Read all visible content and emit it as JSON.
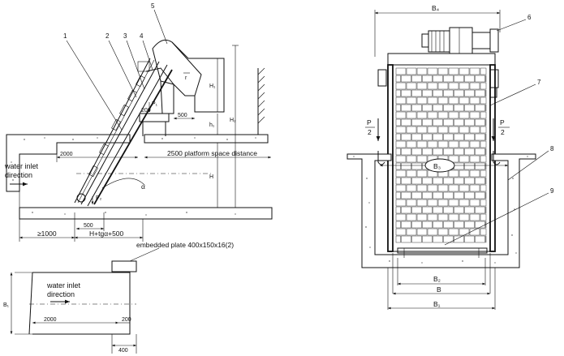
{
  "callouts": [
    "1",
    "2",
    "3",
    "4",
    "5",
    "6",
    "7",
    "8",
    "9"
  ],
  "side_view": {
    "water_inlet_line1": "water inlet",
    "water_inlet_line2": "direction",
    "dim_2000": "2000",
    "platform_space": "2500 platform space distance",
    "dim_500_bottom": "500",
    "dim_ge1000": "≥1000",
    "dim_h_formula": "H+tgα+500",
    "dim_500_top": "500",
    "dim_200": "200",
    "label_H1": "H₁",
    "label_H2": "H₂",
    "label_h1": "h₁",
    "label_H": "H",
    "label_alpha": "α",
    "label_P1": "P₁",
    "label_P2": "P₂",
    "label_r": "r"
  },
  "plan_view": {
    "embedded_plate": "embedded plate 400x150x16(2)",
    "water_inlet_line1": "water inlet",
    "water_inlet_line2": "direction",
    "dim_2000": "2000",
    "dim_200": "200",
    "dim_400": "400",
    "label_B1": "B₁"
  },
  "front_view": {
    "label_B4": "B₄",
    "label_B3": "B₃",
    "label_B2": "B₂",
    "label_B": "B",
    "label_B1": "B₁",
    "p_left_top": "P",
    "p_left_bottom": "2",
    "p_right_top": "P",
    "p_right_bottom": "2"
  }
}
